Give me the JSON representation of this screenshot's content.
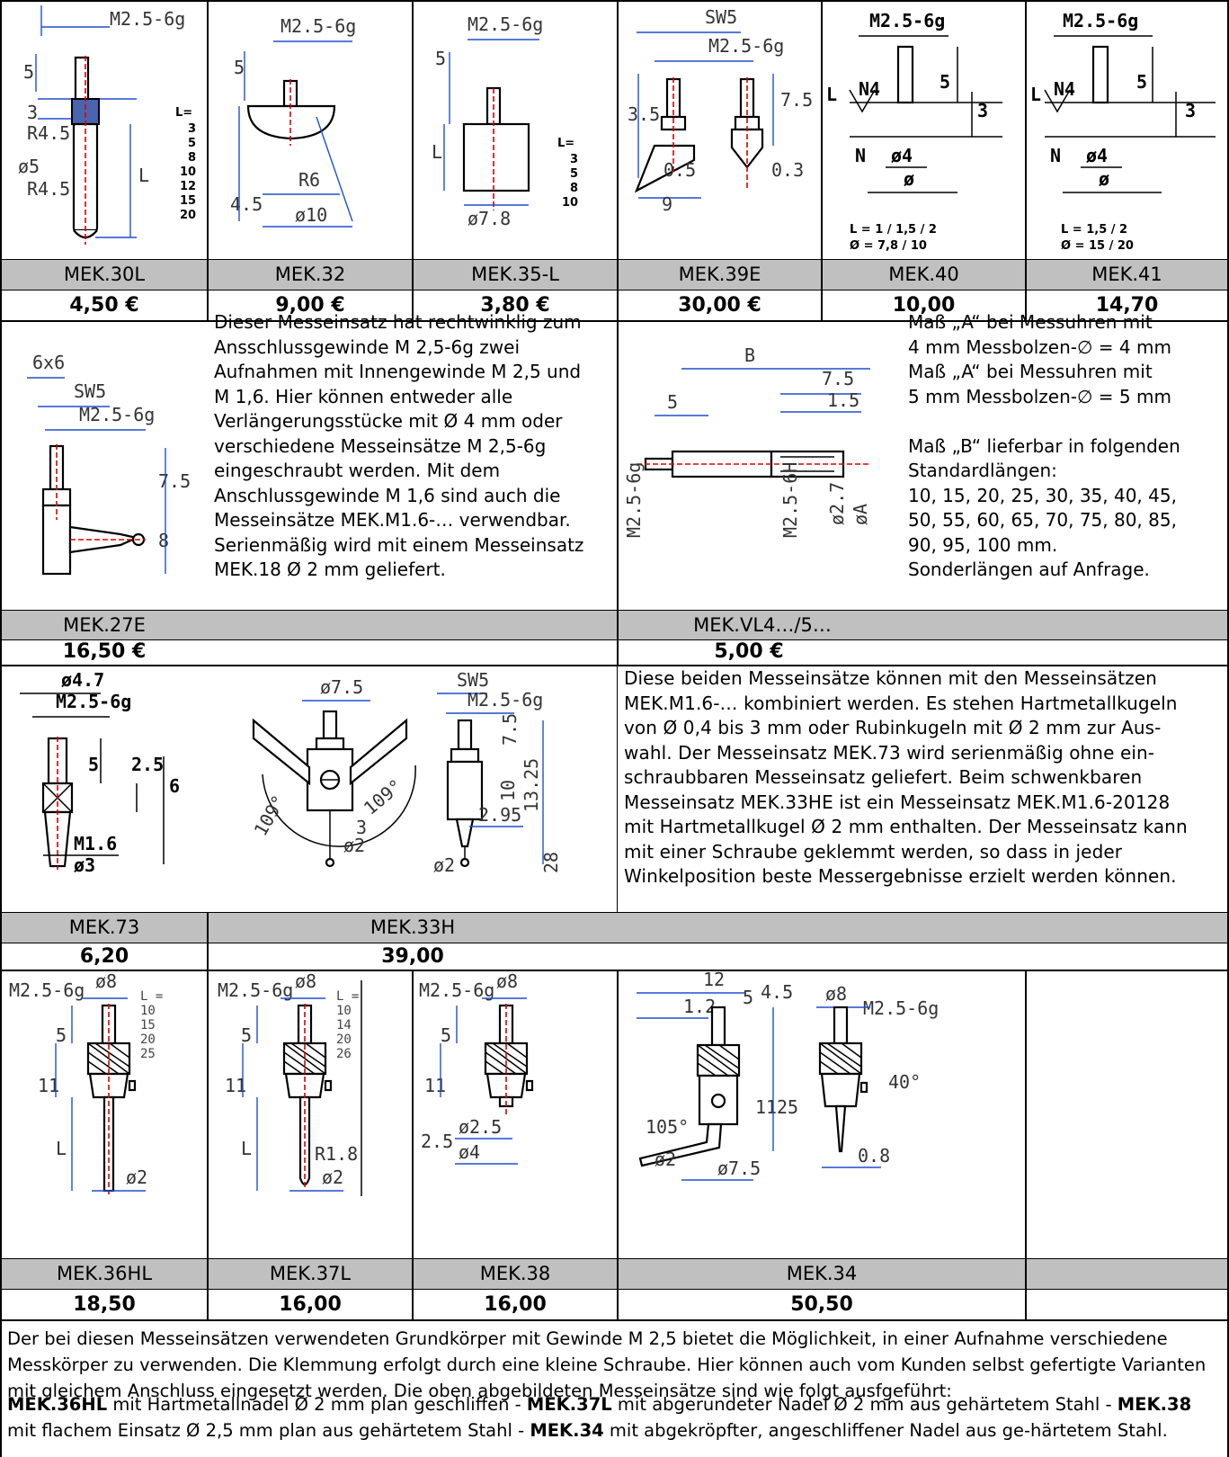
{
  "row1": {
    "items": [
      {
        "name": "MEK.30L",
        "price": "4,50 €",
        "l_header": "L=",
        "l_values": [
          "3",
          "5",
          "8",
          "10",
          "12",
          "15",
          "20"
        ],
        "dims": [
          "M2.5-6g",
          "5",
          "3",
          "ø5",
          "R4.5",
          "L"
        ]
      },
      {
        "name": "MEK.32",
        "price": "9,00 €",
        "dims": [
          "M2.5-6g",
          "5",
          "4.5",
          "R6",
          "ø10"
        ]
      },
      {
        "name": "MEK.35-L",
        "price": "3,80 €",
        "l_header": "L=",
        "l_values": [
          "3",
          "5",
          "8",
          "10"
        ],
        "dims": [
          "M2.5-6g",
          "5",
          "L",
          "ø7.8"
        ]
      },
      {
        "name": "MEK.39E",
        "price": "30,00 €",
        "dims": [
          "SW5",
          "M2.5-6g",
          "3.5",
          "7.5",
          "0.5",
          "0.3",
          "9"
        ]
      },
      {
        "name": "MEK.40",
        "price": "10,00",
        "note1": "L = 1 / 1,5 / 2",
        "note2": "Ø = 7,8 / 10",
        "dims": [
          "M2.5-6g",
          "N4",
          "5",
          "3",
          "ø4",
          "ø",
          "L"
        ]
      },
      {
        "name": "MEK.41",
        "price": "14,70",
        "note1": "L = 1,5 / 2",
        "note2": "Ø = 15 / 20",
        "dims": [
          "M2.5-6g",
          "N4",
          "5",
          "3",
          "ø4",
          "ø",
          "L"
        ]
      }
    ]
  },
  "row2": {
    "left": {
      "name": "MEK.27E",
      "price": "16,50 €",
      "dims": [
        "6x6",
        "SW5",
        "M2.5-6g",
        "7.5",
        "8"
      ],
      "description": [
        "Dieser Messeinsatz hat rechtwinklig zum",
        "Ansschlussgewinde M 2,5-6g zwei",
        "Aufnahmen mit Innengewinde M 2,5 und",
        "M 1,6. Hier können entweder alle",
        "Verlängerungsstücke mit Ø 4 mm oder",
        "verschiedene Messeinsätze M 2,5-6g",
        "eingeschraubt werden. Mit dem",
        "Anschlussgewinde M 1,6 sind auch die",
        "Messeinsätze MEK.M1.6-… verwendbar.",
        "Serienmäßig wird mit einem Messeinsatz",
        "MEK.18 Ø 2 mm geliefert."
      ]
    },
    "right": {
      "name": "MEK.VL4…/5…",
      "price": "5,00 €",
      "dims": [
        "B",
        "7.5",
        "1.5",
        "5",
        "M2.5-6g",
        "M2.5-6H",
        "ø2.7",
        "øA"
      ],
      "description": [
        "Maß „A“ bei Messuhren mit",
        "4 mm Messbolzen-∅ = 4 mm",
        "Maß „A“ bei Messuhren mit",
        "5 mm Messbolzen-∅ = 5 mm",
        "",
        "Maß „B“ lieferbar in folgenden",
        "Standardlängen:",
        "10, 15, 20, 25, 30, 35, 40, 45,",
        "50, 55, 60, 65, 70, 75, 80, 85,",
        "90, 95, 100 mm.",
        "Sonderlängen auf Anfrage."
      ]
    }
  },
  "row3": {
    "left": {
      "name": "MEK.73",
      "price": "6,20",
      "dims": [
        "ø4.7",
        "M2.5-6g",
        "5",
        "2.5",
        "6",
        "M1.6",
        "ø3"
      ]
    },
    "middle": {
      "name": "MEK.33H",
      "price": "39,00",
      "dims": [
        "ø7.5",
        "SW5",
        "M2.5-6g",
        "7.5",
        "10",
        "13.25",
        "3",
        "ø2",
        "2.95",
        "28",
        "109°",
        "109°",
        "ø2"
      ]
    },
    "description": [
      "Diese beiden Messeinsätze können mit den Messeinsätzen",
      "MEK.M1.6-… kombiniert werden. Es stehen Hartmetallkugeln",
      "von Ø 0,4 bis 3 mm oder Rubinkugeln mit Ø 2 mm zur Aus-",
      "wahl. Der Messeinsatz MEK.73 wird serienmäßig ohne ein-",
      "schraubbaren Messeinsatz geliefert. Beim schwenkbaren",
      "Messeinsatz MEK.33HE ist ein Messeinsatz MEK.M1.6-20128",
      "mit Hartmetallkugel Ø 2 mm enthalten. Der Messeinsatz kann",
      "mit einer Schraube geklemmt werden, so dass in jeder",
      "Winkelposition beste Messergebnisse erzielt werden können."
    ]
  },
  "row4": {
    "items": [
      {
        "name": "MEK.36HL",
        "price": "18,50",
        "l_header": "L =",
        "l_values": [
          "10",
          "15",
          "20",
          "25"
        ],
        "dims": [
          "M2.5-6g",
          "ø8",
          "5",
          "11",
          "L",
          "ø2"
        ]
      },
      {
        "name": "MEK.37L",
        "price": "16,00",
        "l_header": "L =",
        "l_values": [
          "10",
          "14",
          "20",
          "26"
        ],
        "dims": [
          "M2.5-6g",
          "ø8",
          "5",
          "11",
          "L",
          "R1.8",
          "ø2"
        ]
      },
      {
        "name": "MEK.38",
        "price": "16,00",
        "dims": [
          "M2.5-6g",
          "ø8",
          "5",
          "11",
          "2.5",
          "ø2.5",
          "ø4"
        ]
      },
      {
        "name": "MEK.34",
        "price": "50,50",
        "dims": [
          "12",
          "1.2",
          "5",
          "4.5",
          "11",
          "25",
          "105°",
          "ø2",
          "ø7.5",
          "ø8",
          "M2.5-6g",
          "40°",
          "0.8"
        ]
      }
    ]
  },
  "footer": {
    "paragraph": "Der bei diesen Messeinsätzen verwendeten Grundkörper mit Gewinde M 2,5 bietet die Möglichkeit, in einer Aufnahme verschiedene Messkörper zu verwenden. Die Klemmung erfolgt durch eine kleine Schraube. Hier können auch vom Kunden selbst gefertigte Varianten mit gleichem Anschluss eingesetzt werden. Die oben abgebildeten Messeinsätze sind wie folgt ausfgeführt:",
    "details": [
      {
        "code": "MEK.36HL",
        "text": " mit Hartmetallnadel Ø 2 mm plan geschliffen - "
      },
      {
        "code": "MEK.37L",
        "text": " mit abgerundeter Nadel Ø 2 mm aus gehärtetem Stahl - "
      },
      {
        "code": "MEK.38",
        "text": " mit flachem Einsatz Ø 2,5 mm plan aus gehärtetem Stahl - "
      },
      {
        "code": "MEK.34",
        "text": " mit abgekröpfter, angeschliffener Nadel aus ge-härtetem Stahl."
      }
    ]
  }
}
